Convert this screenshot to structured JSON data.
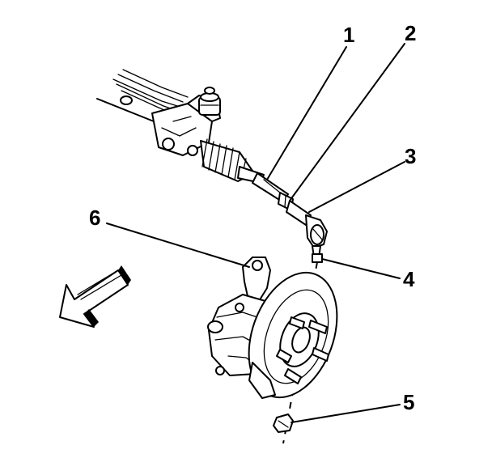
{
  "callouts": [
    {
      "id": "1",
      "label": "1"
    },
    {
      "id": "2",
      "label": "2"
    },
    {
      "id": "3",
      "label": "3"
    },
    {
      "id": "4",
      "label": "4"
    },
    {
      "id": "5",
      "label": "5"
    },
    {
      "id": "6",
      "label": "6"
    }
  ],
  "icons": {
    "direction_arrow": "front-direction-arrow-icon"
  },
  "colors": {
    "line": "#000000",
    "background": "#ffffff"
  }
}
